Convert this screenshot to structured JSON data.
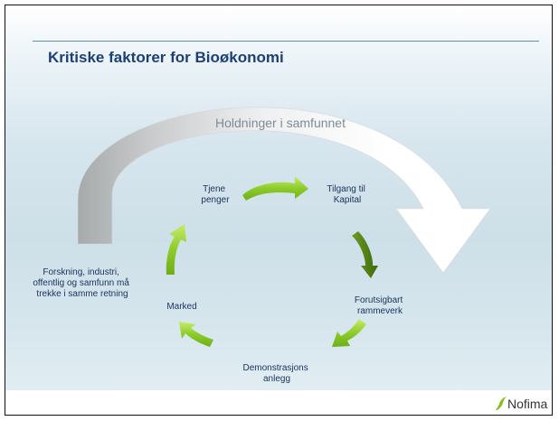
{
  "slide": {
    "title": "Kritiske faktorer for Bioøkonomi",
    "brand": "Nofima"
  },
  "diagram": {
    "big_arrow_label": "Holdninger i samfunnet",
    "left_note_lines": [
      "Forskning, industri,",
      "offentlig og samfunn må",
      "trekke i samme retning"
    ],
    "cycle": [
      {
        "lines": [
          "Tjene",
          "penger"
        ]
      },
      {
        "lines": [
          "Tilgang til",
          "Kapital"
        ]
      },
      {
        "lines": [
          "Forutsigbart",
          "rammeverk"
        ]
      },
      {
        "lines": [
          "Demonstrasjons",
          "anlegg"
        ]
      },
      {
        "lines": [
          "Marked"
        ]
      }
    ]
  },
  "colors": {
    "title": "#1c3f78",
    "arrow_green": "#8ccc2a",
    "arrow_dark_green": "#4f7a12",
    "big_arrow": "#ffffff"
  }
}
